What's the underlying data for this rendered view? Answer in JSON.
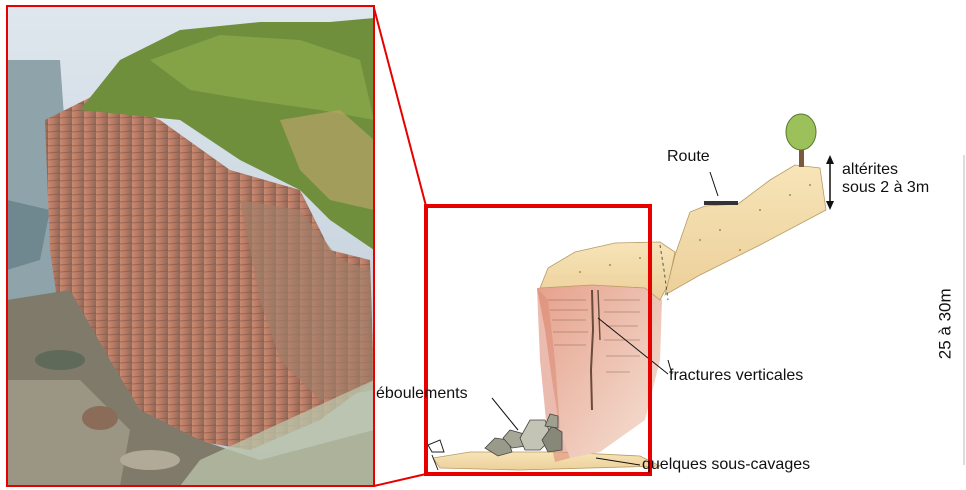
{
  "labels": {
    "route": "Route",
    "alterites_line1": "altérites",
    "alterites_line2": "sous 2 à 3m",
    "eboulements": "éboulements",
    "fractures": "fractures verticales",
    "sous_cavages": "quelques sous-cavages",
    "height": "25 à 30m"
  },
  "colors": {
    "frame_red": "#e60000",
    "sand": "#f2d9a6",
    "cliff_pink": "#e8a995",
    "rock_gray": "#9a9a8a"
  }
}
